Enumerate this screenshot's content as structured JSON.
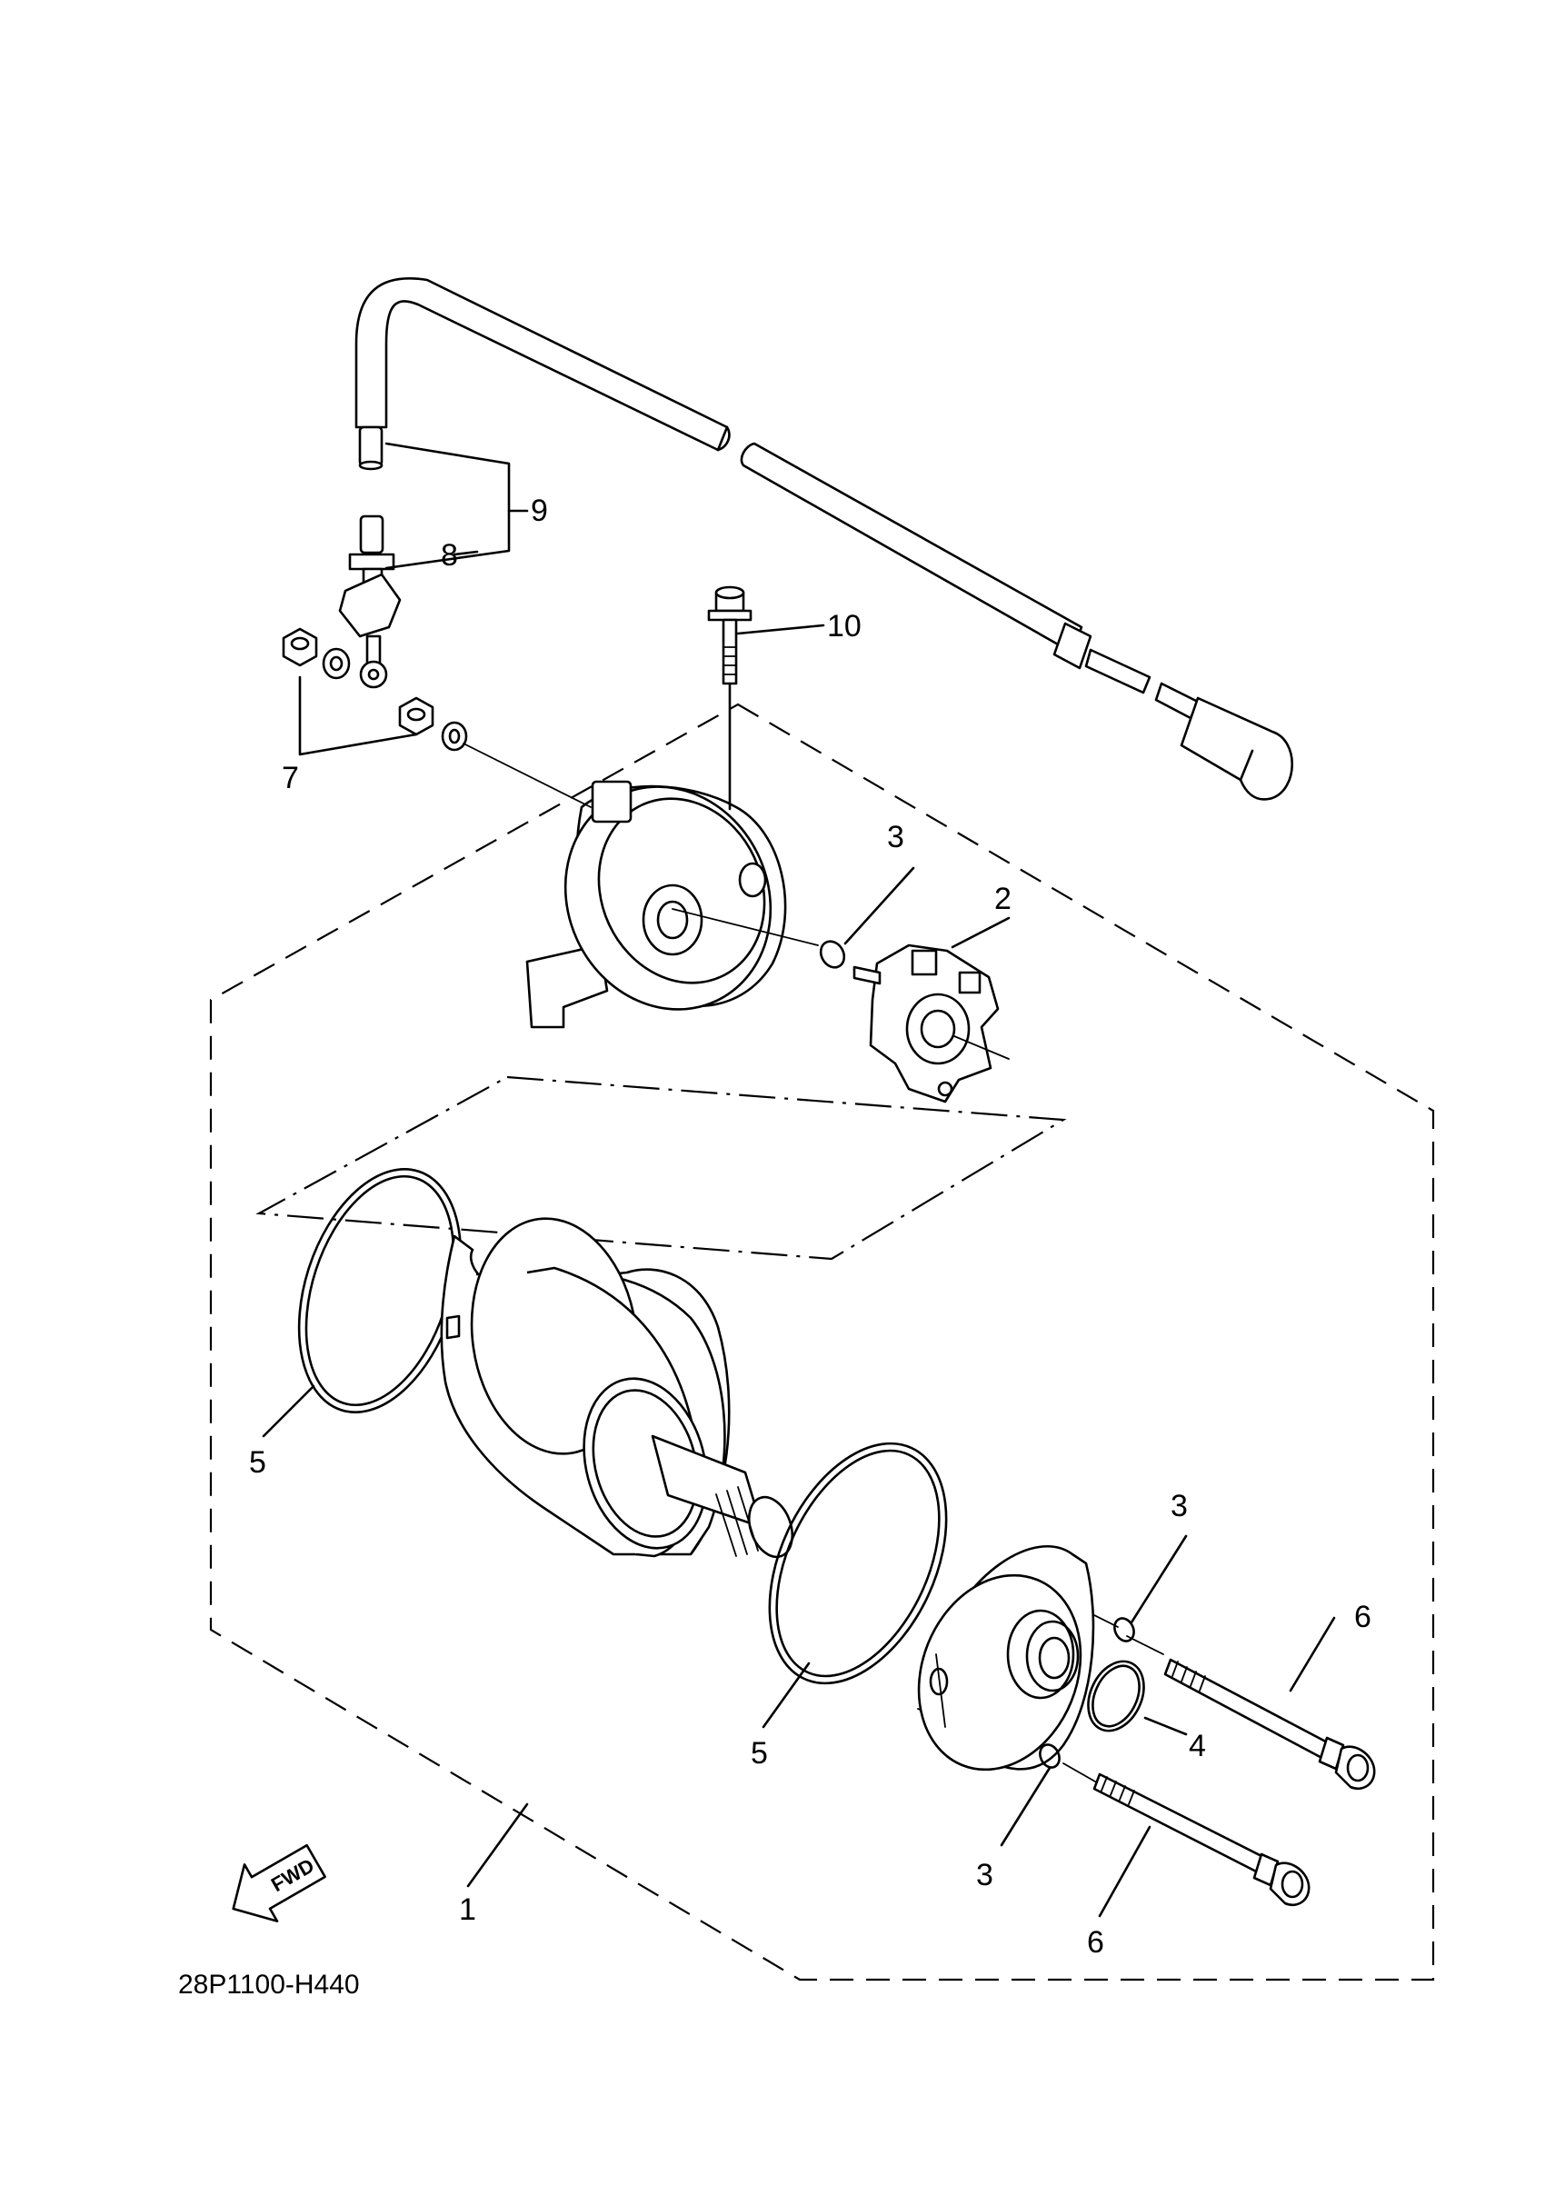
{
  "callouts": [
    {
      "id": "c1",
      "label": "1"
    },
    {
      "id": "c2",
      "label": "2"
    },
    {
      "id": "c3a",
      "label": "3"
    },
    {
      "id": "c3b",
      "label": "3"
    },
    {
      "id": "c3c",
      "label": "3"
    },
    {
      "id": "c4",
      "label": "4"
    },
    {
      "id": "c5a",
      "label": "5"
    },
    {
      "id": "c5b",
      "label": "5"
    },
    {
      "id": "c6a",
      "label": "6"
    },
    {
      "id": "c6b",
      "label": "6"
    },
    {
      "id": "c7",
      "label": "7"
    },
    {
      "id": "c8",
      "label": "8"
    },
    {
      "id": "c9",
      "label": "9"
    },
    {
      "id": "c10",
      "label": "10"
    }
  ],
  "fwd_label": "FWD",
  "diagram_code": "28P1100-H440"
}
